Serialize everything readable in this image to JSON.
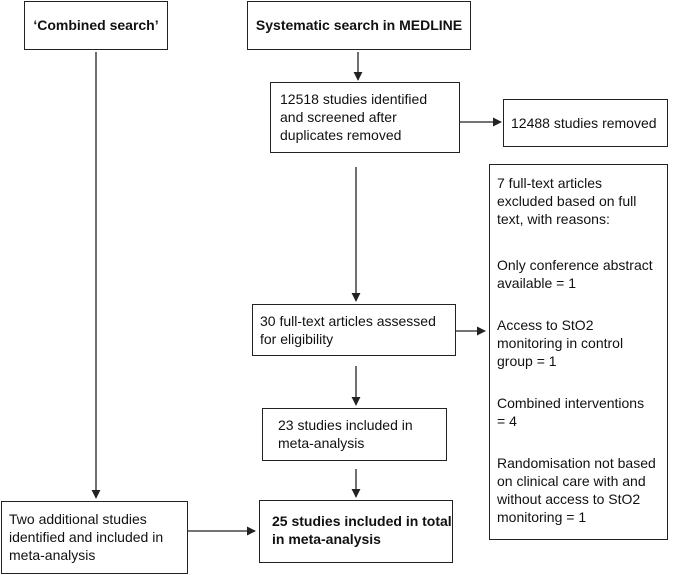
{
  "boxes": {
    "combined_search": "‘Combined search’",
    "systematic_search": "Systematic search in MEDLINE",
    "identified": "12518 studies identified\nand screened after\nduplicates removed",
    "removed": "12488 studies removed",
    "full_text": "30 full-text articles assessed\nfor eligibility",
    "included_meta": "23 studies included in\nmeta-analysis",
    "additional": "Two additional studies\nidentified and included in\nmeta-analysis",
    "total": "25 studies included in total\nin meta-analysis"
  },
  "exclusions": {
    "heading": "7 full-text articles\nexcluded based on full\ntext, with reasons:",
    "reasons": [
      "Only conference abstract\navailable = 1",
      "Access to StO2\nmonitoring in control\ngroup = 1",
      "Combined interventions\n= 4",
      "Randomisation not based\non clinical care with and\nwithout access to StO2\nmonitoring = 1"
    ]
  }
}
